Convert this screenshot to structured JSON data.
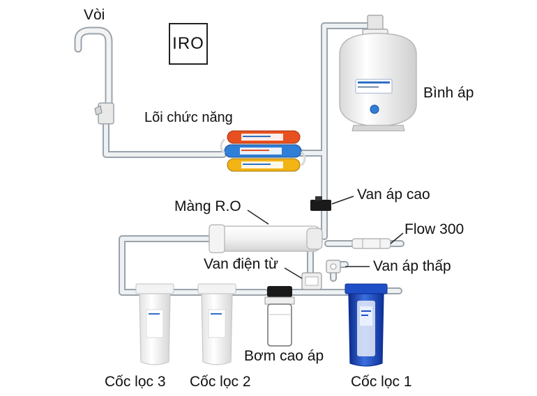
{
  "logo": "IRO",
  "labels": {
    "faucet": "Vòi",
    "pressure_tank": "Bình áp",
    "functional_cores": "Lõi chức năng",
    "high_pressure_valve": "Van áp cao",
    "ro_membrane": "Màng R.O",
    "flow": "Flow 300",
    "solenoid_valve": "Van điện từ",
    "low_pressure_valve": "Van áp thấp",
    "pump": "Bơm cao áp",
    "filter_3": "Cốc lọc 3",
    "filter_2": "Cốc lọc 2",
    "filter_1": "Cốc lọc 1"
  },
  "colors": {
    "pipe": "#e9ecef",
    "pipe_edge": "#9aa3ab",
    "housing": "#f7f7f7",
    "housing_edge": "#c7c7c7",
    "blue_housing": "#1f4fc7",
    "core_orange": "#e8501f",
    "core_blue": "#2f7fd6",
    "core_yellow": "#f2b314",
    "valve_black": "#1a1a1a"
  }
}
